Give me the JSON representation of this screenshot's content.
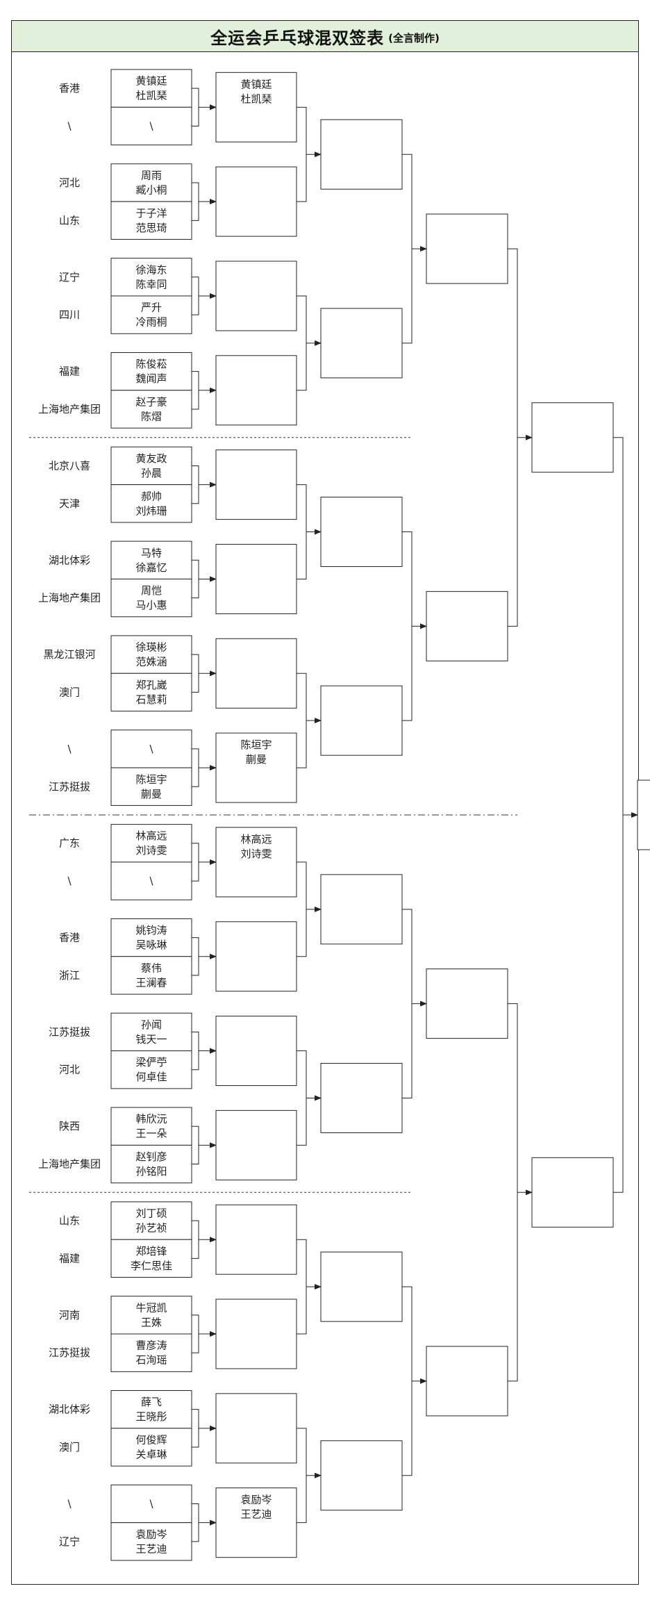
{
  "title": "全运会乒乓球混双签表",
  "title_note": "(全言制作)",
  "colors": {
    "title_bg": "#e2efda",
    "line": "#222222"
  },
  "rounds": [
    [
      {
        "region": "香港",
        "names": [
          "黄镇廷",
          "杜凯琹"
        ]
      },
      {
        "region": "\\",
        "names": [
          "\\"
        ]
      },
      {
        "region": "河北",
        "names": [
          "周雨",
          "臧小桐"
        ]
      },
      {
        "region": "山东",
        "names": [
          "于子洋",
          "范思琦"
        ]
      },
      {
        "region": "辽宁",
        "names": [
          "徐海东",
          "陈幸同"
        ]
      },
      {
        "region": "四川",
        "names": [
          "严升",
          "冷雨桐"
        ]
      },
      {
        "region": "福建",
        "names": [
          "陈俊菘",
          "魏闻声"
        ]
      },
      {
        "region": "上海地产集团",
        "names": [
          "赵子豪",
          "陈熠"
        ]
      },
      {
        "region": "北京八喜",
        "names": [
          "黄友政",
          "孙晨"
        ]
      },
      {
        "region": "天津",
        "names": [
          "郝帅",
          "刘炜珊"
        ]
      },
      {
        "region": "湖北体彩",
        "names": [
          "马特",
          "徐嘉忆"
        ]
      },
      {
        "region": "上海地产集团",
        "names": [
          "周恺",
          "马小惠"
        ]
      },
      {
        "region": "黑龙江银河",
        "names": [
          "徐瑛彬",
          "范姝涵"
        ]
      },
      {
        "region": "澳门",
        "names": [
          "郑孔崴",
          "石慧莉"
        ]
      },
      {
        "region": "\\",
        "names": [
          "\\"
        ]
      },
      {
        "region": "江苏挺拔",
        "names": [
          "陈垣宇",
          "蒯曼"
        ]
      },
      {
        "region": "广东",
        "names": [
          "林高远",
          "刘诗雯"
        ]
      },
      {
        "region": "\\",
        "names": [
          "\\"
        ]
      },
      {
        "region": "香港",
        "names": [
          "姚钧涛",
          "吴咏琳"
        ]
      },
      {
        "region": "浙江",
        "names": [
          "蔡伟",
          "王澜春"
        ]
      },
      {
        "region": "江苏挺拔",
        "names": [
          "孙闻",
          "钱天一"
        ]
      },
      {
        "region": "河北",
        "names": [
          "梁俨苧",
          "何卓佳"
        ]
      },
      {
        "region": "陕西",
        "names": [
          "韩欣沅",
          "王一朵"
        ]
      },
      {
        "region": "上海地产集团",
        "names": [
          "赵钊彦",
          "孙铭阳"
        ]
      },
      {
        "region": "山东",
        "names": [
          "刘丁硕",
          "孙艺祯"
        ]
      },
      {
        "region": "福建",
        "names": [
          "郑培锋",
          "李仁思佳"
        ]
      },
      {
        "region": "河南",
        "names": [
          "牛冠凯",
          "王姝"
        ]
      },
      {
        "region": "江苏挺拔",
        "names": [
          "曹彦涛",
          "石洵瑶"
        ]
      },
      {
        "region": "湖北体彩",
        "names": [
          "薛飞",
          "王晓彤"
        ]
      },
      {
        "region": "澳门",
        "names": [
          "何俊辉",
          "关卓琳"
        ]
      },
      {
        "region": "\\",
        "names": [
          "\\"
        ]
      },
      {
        "region": "辽宁",
        "names": [
          "袁励岑",
          "王艺迪"
        ]
      }
    ],
    [
      {
        "names": [
          "黄镇廷",
          "杜凯琹"
        ]
      },
      {
        "names": []
      },
      {
        "names": []
      },
      {
        "names": []
      },
      {
        "names": []
      },
      {
        "names": []
      },
      {
        "names": []
      },
      {
        "names": [
          "陈垣宇",
          "蒯曼"
        ]
      },
      {
        "names": [
          "林高远",
          "刘诗雯"
        ]
      },
      {
        "names": []
      },
      {
        "names": []
      },
      {
        "names": []
      },
      {
        "names": []
      },
      {
        "names": []
      },
      {
        "names": []
      },
      {
        "names": [
          "袁励岑",
          "王艺迪"
        ]
      }
    ],
    [
      {
        "names": []
      },
      {
        "names": []
      },
      {
        "names": []
      },
      {
        "names": []
      },
      {
        "names": []
      },
      {
        "names": []
      },
      {
        "names": []
      },
      {
        "names": []
      }
    ],
    [
      {
        "names": []
      },
      {
        "names": []
      },
      {
        "names": []
      },
      {
        "names": []
      }
    ],
    [
      {
        "names": []
      },
      {
        "names": []
      }
    ],
    [
      {
        "names": []
      }
    ]
  ]
}
